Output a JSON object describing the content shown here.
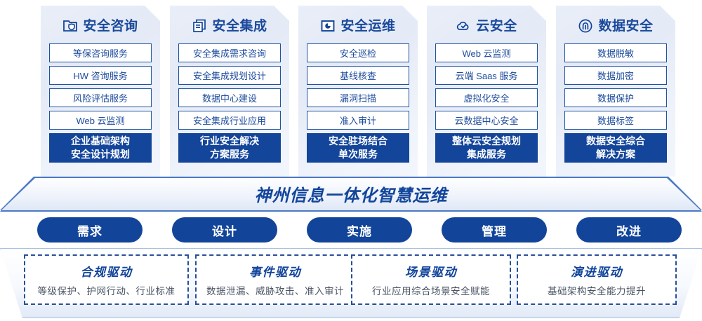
{
  "columns": [
    {
      "icon": "folder-shield-icon",
      "title": "安全咨询",
      "items": [
        "等保咨询服务",
        "HW 咨询服务",
        "风险评估服务",
        "Web 云监测"
      ],
      "primary_line1": "企业基础架构",
      "primary_line2": "安全设计规划"
    },
    {
      "icon": "stacked-documents-icon",
      "title": "安全集成",
      "items": [
        "安全集成需求咨询",
        "安全集成规划设计",
        "数据中心建设",
        "安全集成行业应用"
      ],
      "primary_line1": "行业安全解决",
      "primary_line2": "方案服务"
    },
    {
      "icon": "monitor-chart-icon",
      "title": "安全运维",
      "items": [
        "安全巡检",
        "基线核查",
        "漏洞扫描",
        "准入审计"
      ],
      "primary_line1": "安全驻场结合",
      "primary_line2": "单次服务"
    },
    {
      "icon": "cloud-check-icon",
      "title": "云安全",
      "items": [
        "Web 云监测",
        "云端 Saas 服务",
        "虚拟化安全",
        "云数据中心安全"
      ],
      "primary_line1": "整体云安全规划",
      "primary_line2": "集成服务"
    },
    {
      "icon": "fingerprint-icon",
      "title": "数据安全",
      "items": [
        "数据脱敏",
        "数据加密",
        "数据保护",
        "数据标签"
      ],
      "primary_line1": "数据安全综合",
      "primary_line2": "解决方案"
    }
  ],
  "banner": {
    "title": "神州信息一体化智慧运维"
  },
  "phases": [
    {
      "label": "需求"
    },
    {
      "label": "设计"
    },
    {
      "label": "实施"
    },
    {
      "label": "管理"
    },
    {
      "label": "改进"
    }
  ],
  "drivers": [
    {
      "title": "合规驱动",
      "desc": "等级保护、护网行动、行业标准"
    },
    {
      "title": "事件驱动",
      "desc": "数据泄漏、威胁攻击、准入审计"
    },
    {
      "title": "场景驱动",
      "desc": "行业应用综合场景安全赋能"
    },
    {
      "title": "演进驱动",
      "desc": "基础架构安全能力提升"
    }
  ],
  "colors": {
    "primary_blue": "#13459a",
    "text_blue": "#1b4a9c",
    "panel_bg": "#e9eef8",
    "dashed_border": "#274f99",
    "desc_gray": "#4b5565"
  }
}
